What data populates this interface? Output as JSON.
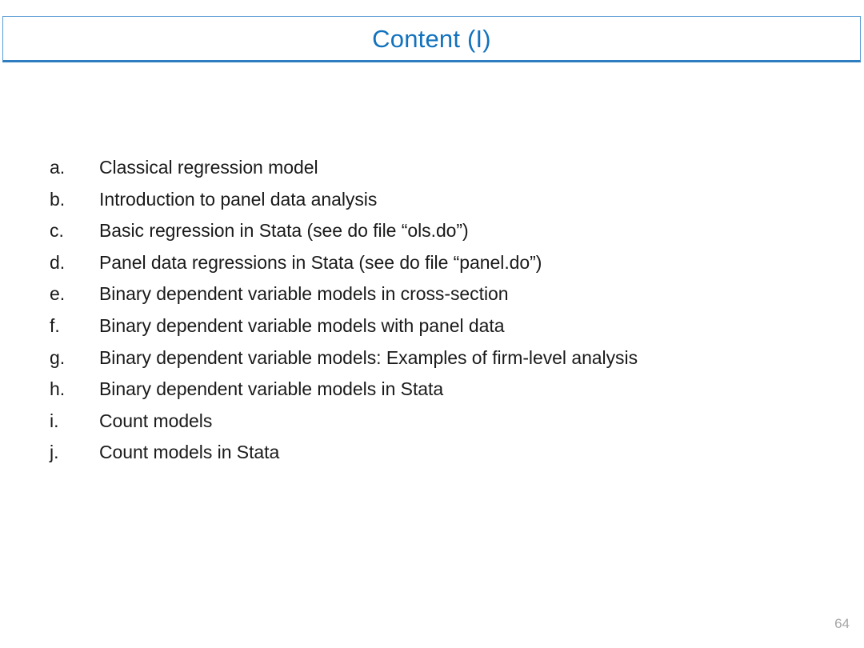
{
  "slide": {
    "title": "Content (I)",
    "title_color": "#1272bd",
    "border_color": "#5b9bd5",
    "border_bottom_color": "#2e7dc0",
    "background_color": "#ffffff",
    "text_color": "#1a1a1a",
    "page_number": "64",
    "page_number_color": "#a6a6a6"
  },
  "list": {
    "items": [
      {
        "marker": "a.",
        "text": "Classical regression model"
      },
      {
        "marker": "b.",
        "text": "Introduction to panel data analysis"
      },
      {
        "marker": "c.",
        "text": "Basic regression in Stata (see do file “ols.do”)"
      },
      {
        "marker": "d.",
        "text": "Panel data regressions in Stata (see do file “panel.do”)"
      },
      {
        "marker": "e.",
        "text": "Binary dependent variable models in cross-section"
      },
      {
        "marker": "f.",
        "text": "Binary dependent variable models with panel data"
      },
      {
        "marker": "g.",
        "text": "Binary dependent variable models: Examples of firm-level analysis"
      },
      {
        "marker": "h.",
        "text": "Binary dependent variable models in Stata"
      },
      {
        "marker": "i.",
        "text": "Count models"
      },
      {
        "marker": "j.",
        "text": "Count models in Stata"
      }
    ]
  }
}
